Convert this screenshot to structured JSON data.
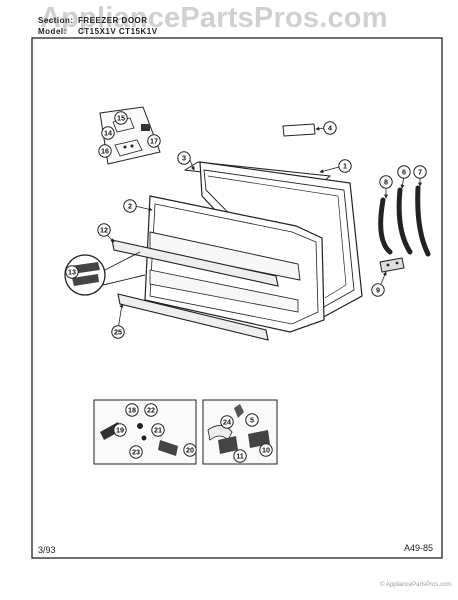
{
  "header": {
    "section_label": "Section:",
    "section_value": "FREEZER DOOR",
    "model_label": "Model:",
    "model_value": "CT15X1V CT15K1V"
  },
  "watermark": "AppliancePartsPros.com",
  "footer": {
    "date": "3/93",
    "code": "A49-85",
    "copyright": "© AppliancePartsPros.com"
  },
  "callouts": {
    "c1": "1",
    "c2": "2",
    "c3": "3",
    "c4": "4",
    "c5": "5",
    "c6": "6",
    "c7": "7",
    "c8": "8",
    "c9": "9",
    "c10": "10",
    "c11": "11",
    "c12": "12",
    "c13": "13",
    "c14": "14",
    "c15": "15",
    "c16": "16",
    "c17": "17",
    "c18": "18",
    "c19": "19",
    "c20": "20",
    "c21": "21",
    "c22": "22",
    "c23": "23",
    "c24": "24",
    "c25": "25"
  }
}
